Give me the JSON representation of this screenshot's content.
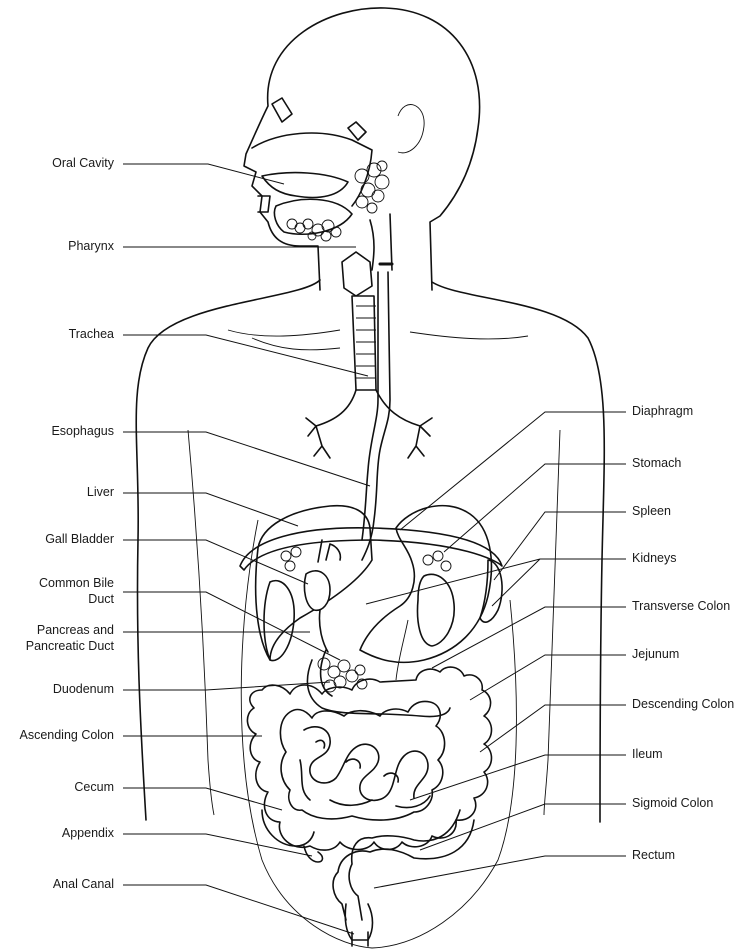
{
  "left_labels": {
    "oral_cavity": "Oral Cavity",
    "pharynx": "Pharynx",
    "trachea": "Trachea",
    "esophagus": "Esophagus",
    "liver": "Liver",
    "gall_bladder": "Gall Bladder",
    "common_bile_duct_1": "Common Bile",
    "common_bile_duct_2": "Duct",
    "pancreas_1": "Pancreas and",
    "pancreas_2": "Pancreatic Duct",
    "duodenum": "Duodenum",
    "ascending_colon": "Ascending Colon",
    "cecum": "Cecum",
    "appendix": "Appendix",
    "anal_canal": "Anal Canal"
  },
  "right_labels": {
    "diaphragm": "Diaphragm",
    "stomach": "Stomach",
    "spleen": "Spleen",
    "kidneys": "Kidneys",
    "transverse_colon": "Transverse Colon",
    "jejunum": "Jejunum",
    "descending_colon": "Descending Colon",
    "ileum": "Ileum",
    "sigmoid_colon": "Sigmoid Colon",
    "rectum": "Rectum"
  },
  "colors": {
    "line": "#111111",
    "background": "#ffffff"
  }
}
